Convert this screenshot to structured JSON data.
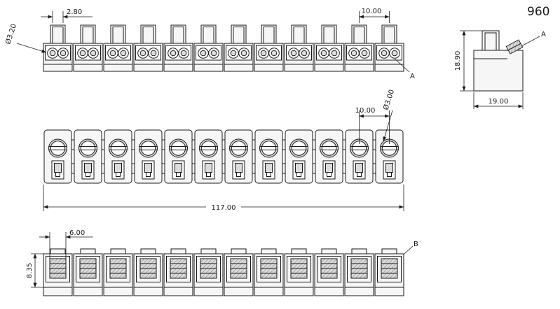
{
  "title": "960",
  "drawing": {
    "poles": 12,
    "colors": {
      "line": "#1a1a1a",
      "fill_light": "#f6f6f6",
      "fill_mid": "#dcdcdc",
      "hatch": "#8a8a8a"
    }
  },
  "dimensions": {
    "front_hole_pitch": "2.80",
    "front_pole_pitch": "10.00",
    "front_hole_dia": "Ø3.20",
    "side_height": "18.90",
    "side_depth": "19.00",
    "plan_pole_pitch": "10.00",
    "plan_hole_dia": "Ø3.00",
    "overall_length": "117.00",
    "bottom_screw_width": "6.00",
    "bottom_section_height": "8.35"
  },
  "markers": {
    "front_detail": "A",
    "side_detail": "A",
    "bottom_detail": "B"
  }
}
